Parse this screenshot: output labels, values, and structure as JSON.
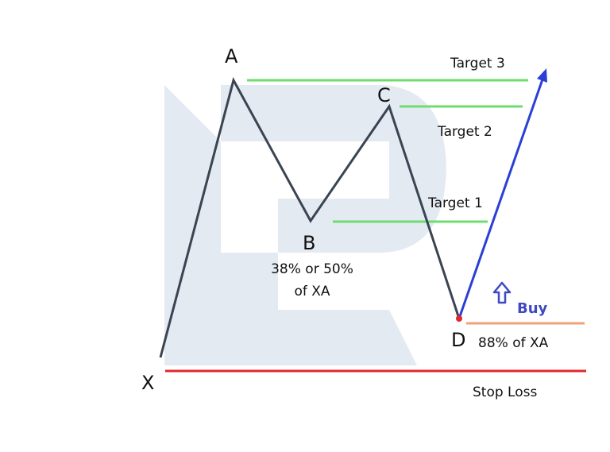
{
  "points": {
    "X": "X",
    "A": "A",
    "B": "B",
    "C": "C",
    "D": "D"
  },
  "labels": {
    "target3": "Target 3",
    "target2": "Target 2",
    "target1": "Target 1",
    "b_note_line1": "38% or 50%",
    "b_note_line2": "of XA",
    "d_note": "88% of XA",
    "buy": "Buy",
    "stop_loss": "Stop Loss"
  },
  "colors": {
    "pattern_line": "#3a4452",
    "target_line": "#6fdc6f",
    "entry_line": "#f0a27a",
    "stop_line": "#e0282e",
    "buy_arrow": "#2b3fd6",
    "watermark": "#e4eaf2"
  }
}
